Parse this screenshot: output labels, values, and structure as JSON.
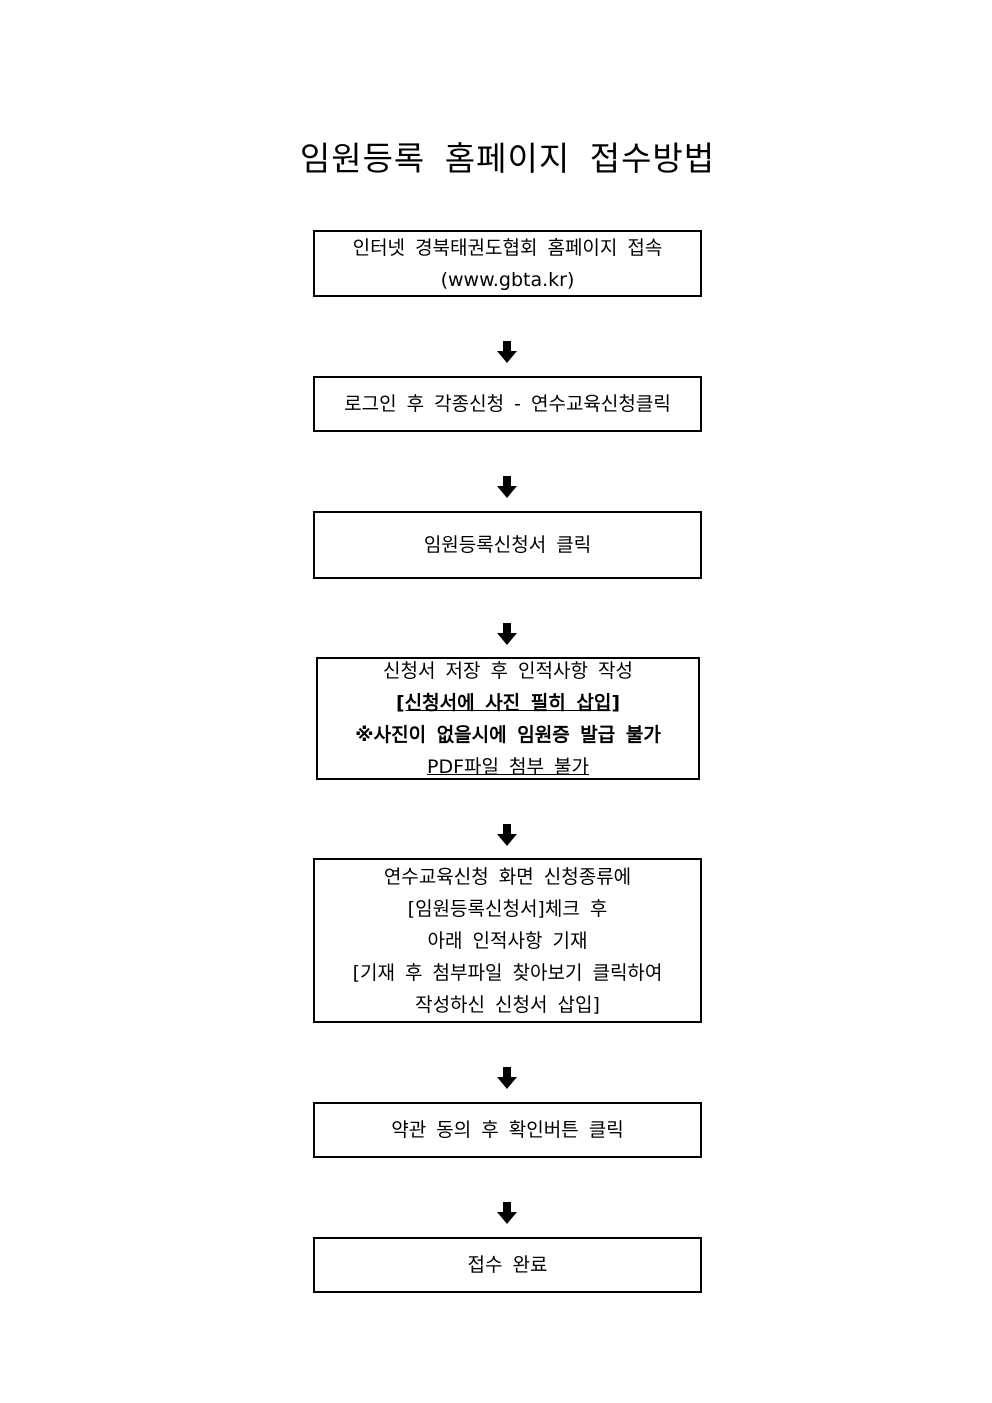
{
  "document": {
    "title": "임원등록 홈페이지 접수방법"
  },
  "steps": [
    {
      "lines": [
        {
          "text": "인터넷 경북태권도협회 홈페이지 접속"
        },
        {
          "text": "(www.gbta.kr)"
        }
      ]
    },
    {
      "lines": [
        {
          "text": "로그인 후 각종신청 - 연수교육신청클릭"
        }
      ]
    },
    {
      "lines": [
        {
          "text": "임원등록신청서 클릭"
        }
      ]
    },
    {
      "lines": [
        {
          "text": "신청서 저장 후 인적사항 작성"
        },
        {
          "text": "[신청서에 사진 필히 삽입]",
          "style": "bold underline"
        },
        {
          "text": "※사진이 없을시에 임원증 발급 불가",
          "style": "bold"
        },
        {
          "text": "PDF파일 첨부 불가",
          "style": "underline"
        }
      ]
    },
    {
      "lines": [
        {
          "text": "연수교육신청 화면 신청종류에"
        },
        {
          "text": "[임원등록신청서]체크 후"
        },
        {
          "text": "아래 인적사항 기재"
        },
        {
          "text": "[기재 후 첨부파일 찾아보기 클릭하여"
        },
        {
          "text": "작성하신 신청서 삽입]"
        }
      ]
    },
    {
      "lines": [
        {
          "text": "약관 동의 후 확인버튼 클릭"
        }
      ]
    },
    {
      "lines": [
        {
          "text": "접수 완료"
        }
      ]
    }
  ],
  "arrow_icon": "down-arrow-icon"
}
